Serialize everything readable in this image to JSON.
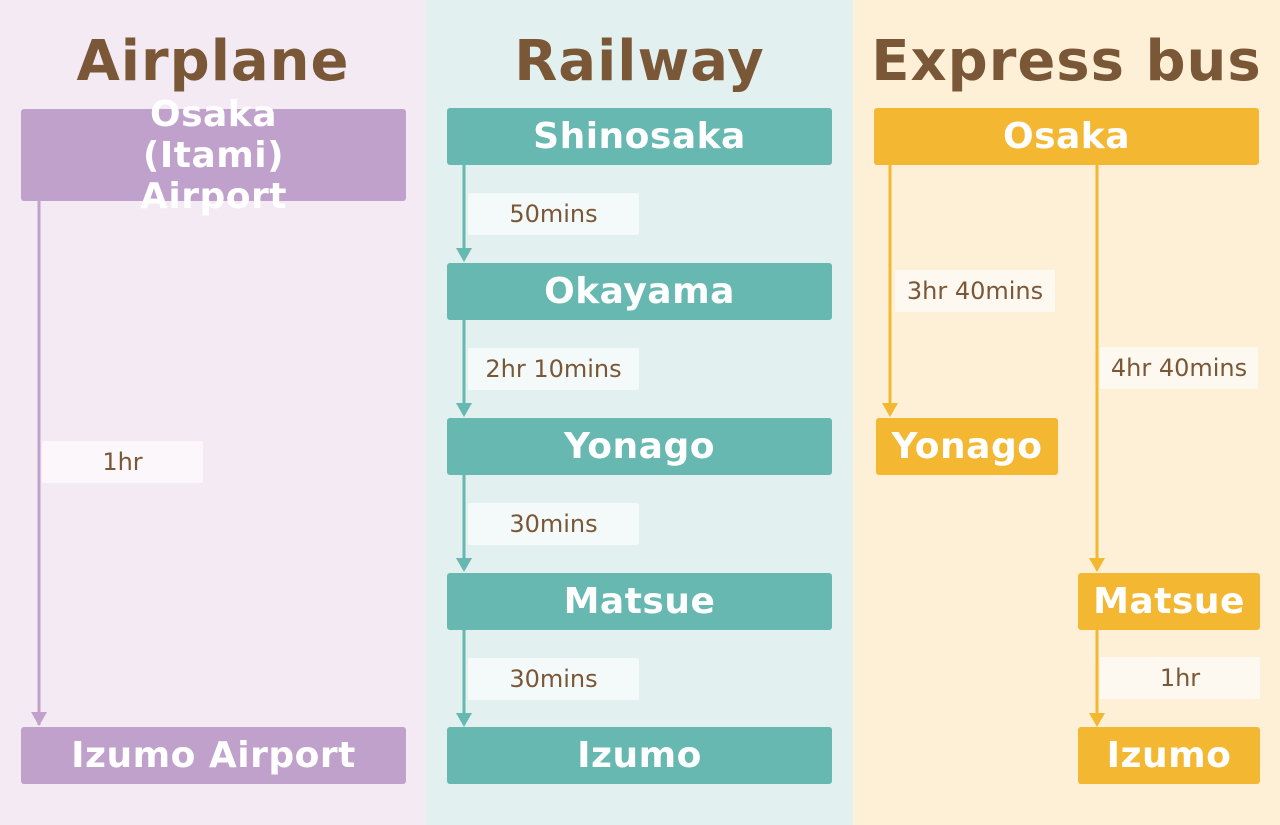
{
  "colors": {
    "heading": "#7a5736",
    "label_text": "#7a5736",
    "label_bg": "rgba(255,255,255,0.62)",
    "airplane": {
      "panel": "#f3eaf3",
      "accent": "#c0a1cb"
    },
    "railway": {
      "panel": "#e2f1ef",
      "accent": "#66b8b0"
    },
    "bus": {
      "panel": "#fdf0d7",
      "accent": "#f4b731"
    }
  },
  "airplane": {
    "title": "Airplane",
    "origin": "Osaka (Itami) Airport",
    "destination": "Izumo Airport",
    "duration": "1hr"
  },
  "railway": {
    "title": "Railway",
    "stations": [
      "Shinosaka",
      "Okayama",
      "Yonago",
      "Matsue",
      "Izumo"
    ],
    "durations": [
      "50mins",
      "2hr 10mins",
      "30mins",
      "30mins"
    ]
  },
  "bus": {
    "title": "Express bus",
    "origin": "Osaka",
    "route_a": {
      "destination": "Yonago",
      "duration": "3hr 40mins"
    },
    "route_b": {
      "stop": "Matsue",
      "duration": "4hr 40mins",
      "destination": "Izumo",
      "final_duration": "1hr"
    }
  }
}
